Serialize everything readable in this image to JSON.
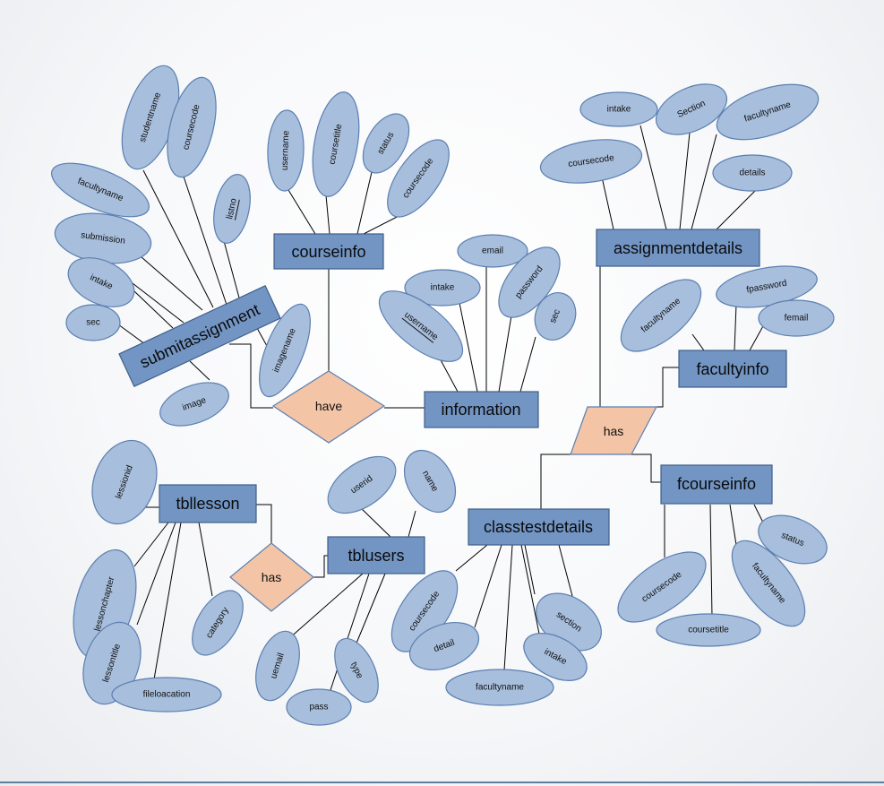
{
  "entities": {
    "courseinfo": "courseinfo",
    "submitassignment": "submitassignment",
    "information": "information",
    "assignmentdetails": "assignmentdetails",
    "facultyinfo": "facultyinfo",
    "fcourseinfo": "fcourseinfo",
    "tbllesson": "tbllesson",
    "tblusers": "tblusers",
    "classtestdetails": "classtestdetails"
  },
  "relationships": {
    "have": "have",
    "has_faculty": "has",
    "has_lesson": "has"
  },
  "attributes": {
    "courseinfo": [
      "username",
      "coursetitle",
      "status",
      "coursecode"
    ],
    "submitassignment": [
      "studentname",
      "coursecode",
      "facultyname",
      "listno",
      "submission",
      "intake",
      "sec",
      "imagename",
      "image"
    ],
    "information": [
      "email",
      "intake",
      "password",
      "username",
      "sec"
    ],
    "assignmentdetails": [
      "intake",
      "Section",
      "facultyname",
      "coursecode",
      "details"
    ],
    "facultyinfo": [
      "facultyname",
      "fpassword",
      "femail"
    ],
    "fcourseinfo": [
      "status",
      "coursecode",
      "facultyname",
      "coursetitle"
    ],
    "tbllesson": [
      "lessionid",
      "lessonchapter",
      "category",
      "lessontitle",
      "fileloacation"
    ],
    "tblusers": [
      "userid",
      "name",
      "uemail",
      "type",
      "pass"
    ],
    "classtestdetails": [
      "coursecode",
      "section",
      "detail",
      "intake",
      "facultyname"
    ]
  }
}
